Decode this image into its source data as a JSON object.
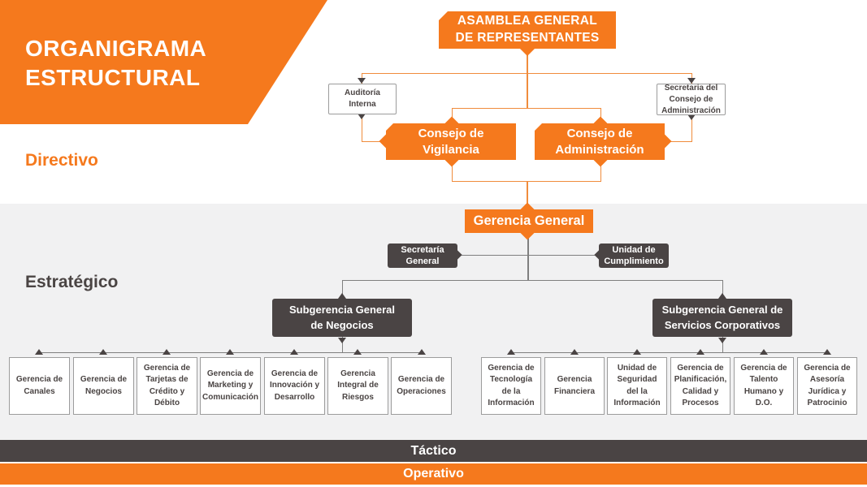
{
  "title": "ORGANIGRAMA\nESTRUCTURAL",
  "sections": {
    "directivo": "Directivo",
    "estrategico": "Estratégico",
    "tactico": "Táctico",
    "operativo": "Operativo"
  },
  "colors": {
    "orange": "#F5791D",
    "dark_gray": "#4A4444",
    "light_bg": "#F1F1F2",
    "line_orange": "#F08C3C",
    "line_gray": "#7F7F7F"
  },
  "nodes": {
    "asamblea": "ASAMBLEA GENERAL\nDE REPRESENTANTES",
    "auditoria": "Auditoría\nInterna",
    "secretaria_consejo": "Secretaria del\nConsejo de\nAdministración",
    "consejo_vigilancia": "Consejo de\nVigilancia",
    "consejo_administracion": "Consejo de\nAdministración",
    "gerencia_general": "Gerencia General",
    "secretaria_general": "Secretaría\nGeneral",
    "unidad_cumplimiento": "Unidad de\nCumplimiento",
    "subgerencia_negocios": "Subgerencia General\nde Negocios",
    "subgerencia_servicios": "Subgerencia General de\nServicios Corporativos",
    "negocios_children": [
      "Gerencia de\nCanales",
      "Gerencia de\nNegocios",
      "Gerencia de\nTarjetas de\nCrédito y\nDébito",
      "Gerencia de\nMarketing y\nComunicación",
      "Gerencia de\nInnovación y\nDesarrollo",
      "Gerencia\nIntegral de\nRiesgos",
      "Gerencia de\nOperaciones"
    ],
    "servicios_children": [
      "Gerencia de\nTecnología\nde la\nInformación",
      "Gerencia\nFinanciera",
      "Unidad de\nSeguridad\ndel la\nInformación",
      "Gerencia de\nPlanificación,\nCalidad y\nProcesos",
      "Gerencia de\nTalento\nHumano y\nD.O.",
      "Gerencia de\nAsesoría\nJurídica y\nPatrocinio"
    ]
  }
}
